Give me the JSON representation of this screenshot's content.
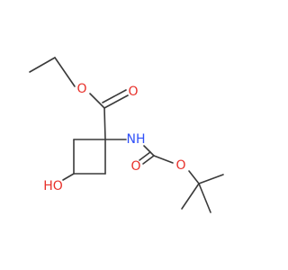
{
  "structure": {
    "colors": {
      "bond": "#3a3a3a",
      "oxygen": "#e8302a",
      "nitrogen": "#3050f8"
    },
    "atoms": {
      "ester_o_ether": "O",
      "ester_o_carbonyl": "O",
      "amine_nh": "NH",
      "hydroxyl": "HO",
      "carbamate_o_carbonyl": "O",
      "carbamate_o_ether": "O"
    }
  }
}
